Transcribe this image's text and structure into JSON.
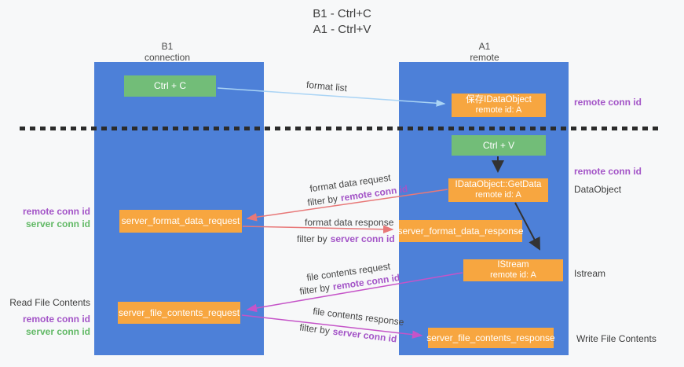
{
  "title": {
    "line1": "B1 - Ctrl+C",
    "line2": "A1 - Ctrl+V"
  },
  "columns": {
    "left": {
      "name": "B1",
      "role": "connection"
    },
    "right": {
      "name": "A1",
      "role": "remote"
    }
  },
  "nodes": {
    "ctrl_c": {
      "label": "Ctrl + C"
    },
    "ctrl_v": {
      "label": "Ctrl + V"
    },
    "save_dataobject": {
      "line1": "保存IDataObject",
      "line2": "remote id: A"
    },
    "getdata": {
      "line1": "IDataObject::GetData",
      "line2": "remote id: A"
    },
    "istream": {
      "line1": "IStream",
      "line2": "remote id: A"
    },
    "format_request": {
      "label": "server_format_data_request"
    },
    "format_response": {
      "label": "server_format_data_response"
    },
    "file_request": {
      "label": "server_file_contents_request"
    },
    "file_response": {
      "label": "server_file_contents_response"
    }
  },
  "edge_labels": {
    "format_list": "format list",
    "format_data_request": "format data request",
    "format_data_response": "format data response",
    "file_contents_request": "file contents request",
    "file_contents_response": "file contents response",
    "filter_by": "filter by",
    "remote_conn_id": "remote conn id",
    "server_conn_id": "server conn id"
  },
  "side_labels": {
    "right_remote_conn_top": "remote conn id",
    "right_remote_conn_mid": "remote conn id",
    "dataobject": "DataObject",
    "istream": "Istream",
    "write_file_contents": "Write File Contents",
    "left_remote_conn_1": "remote conn id",
    "left_server_conn_1": "server conn id",
    "read_file_contents": "Read File Contents",
    "left_remote_conn_2": "remote conn id",
    "left_server_conn_2": "server conn id"
  },
  "colors": {
    "lifeline_blue": "#4d80d8",
    "node_green": "#72bd78",
    "node_orange": "#f7a640",
    "purple_text": "#a354c7",
    "green_text": "#62b966",
    "arrow_lightblue": "#aad4f5",
    "arrow_salmon": "#e87878",
    "arrow_magenta": "#c554c8",
    "arrow_black": "#333333",
    "background": "#f7f8f9"
  }
}
